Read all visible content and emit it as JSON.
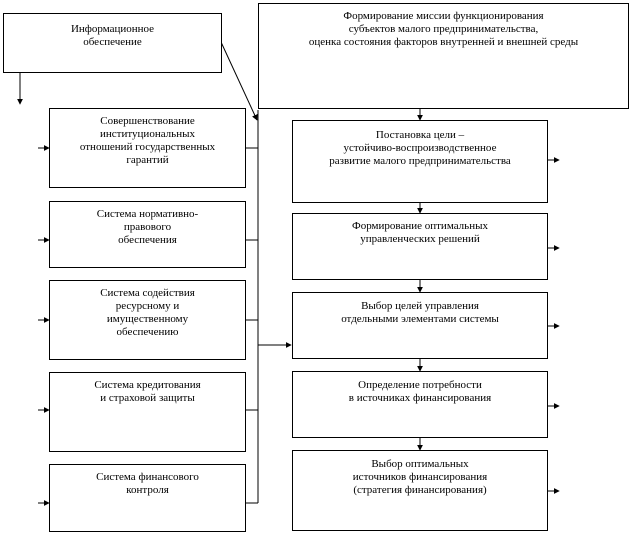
{
  "diagram": {
    "info_box": {
      "lines": [
        "Информационное",
        "обеспечение"
      ]
    },
    "mission_box": {
      "lines": [
        "Формирование миссии функционирования",
        "субъектов малого предпринимательства,",
        "оценка состояния факторов внутренней и внешней среды"
      ]
    },
    "left_boxes": [
      {
        "lines": [
          "Совершенствование",
          "институциональных",
          "отношений государственных",
          "гарантий"
        ]
      },
      {
        "lines": [
          "Система нормативно-",
          "правового",
          "обеспечения"
        ]
      },
      {
        "lines": [
          "Система содействия",
          "ресурсному и",
          "имущественному",
          "обеспечению"
        ]
      },
      {
        "lines": [
          "Система кредитования",
          "и страховой защиты"
        ]
      },
      {
        "lines": [
          "Система финансового",
          "контроля"
        ]
      }
    ],
    "right_boxes": [
      {
        "lines": [
          "Постановка цели –",
          "устойчиво-воспроизводственное",
          "развитие малого предпринимательства"
        ]
      },
      {
        "lines": [
          "Формирование оптимальных",
          "управленческих решений"
        ]
      },
      {
        "lines": [
          "Выбор целей управления",
          "отдельными элементами системы"
        ]
      },
      {
        "lines": [
          "Определение потребности",
          "в источниках финансирования"
        ]
      },
      {
        "lines": [
          "Выбор оптимальных",
          "источников финансирования",
          "(стратегия финансирования)"
        ]
      }
    ]
  },
  "colors": {
    "stroke": "#000000",
    "background": "#ffffff",
    "text": "#000000"
  }
}
